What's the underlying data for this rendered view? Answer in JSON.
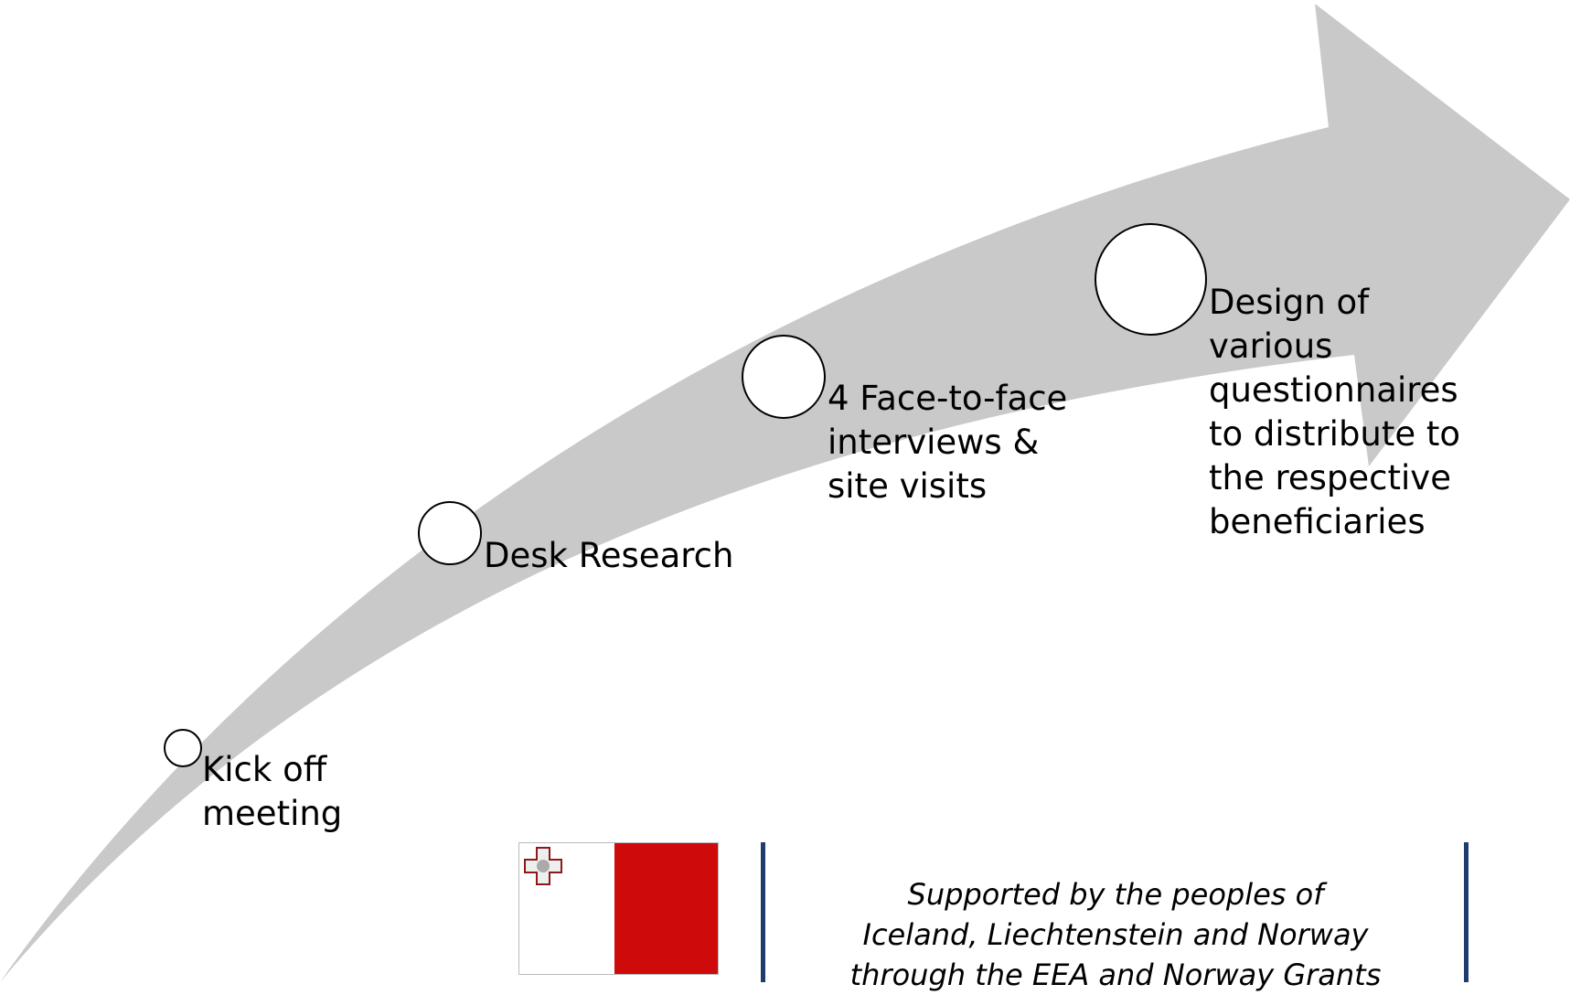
{
  "steps": [
    {
      "label_lines": [
        "Kick off",
        "meeting"
      ]
    },
    {
      "label_lines": [
        "Desk Research"
      ]
    },
    {
      "label_lines": [
        "4 Face-to-face",
        "interviews &",
        "site visits"
      ]
    },
    {
      "label_lines": [
        "Design of",
        "various",
        "questionnaires",
        "to distribute to",
        "the respective",
        "beneficiaries"
      ]
    }
  ],
  "footer": {
    "support_lines": [
      "Supported by the peoples of",
      "Iceland, Liechtenstein and Norway",
      "through the EEA and Norway Grants"
    ]
  },
  "colors": {
    "arrow": "#c9c9c9",
    "flag_red": "#cf0a0a",
    "divider": "#1f3c6e"
  },
  "icons": {
    "arrow": "curved-arrow-icon",
    "flag": "malta-flag-icon"
  }
}
